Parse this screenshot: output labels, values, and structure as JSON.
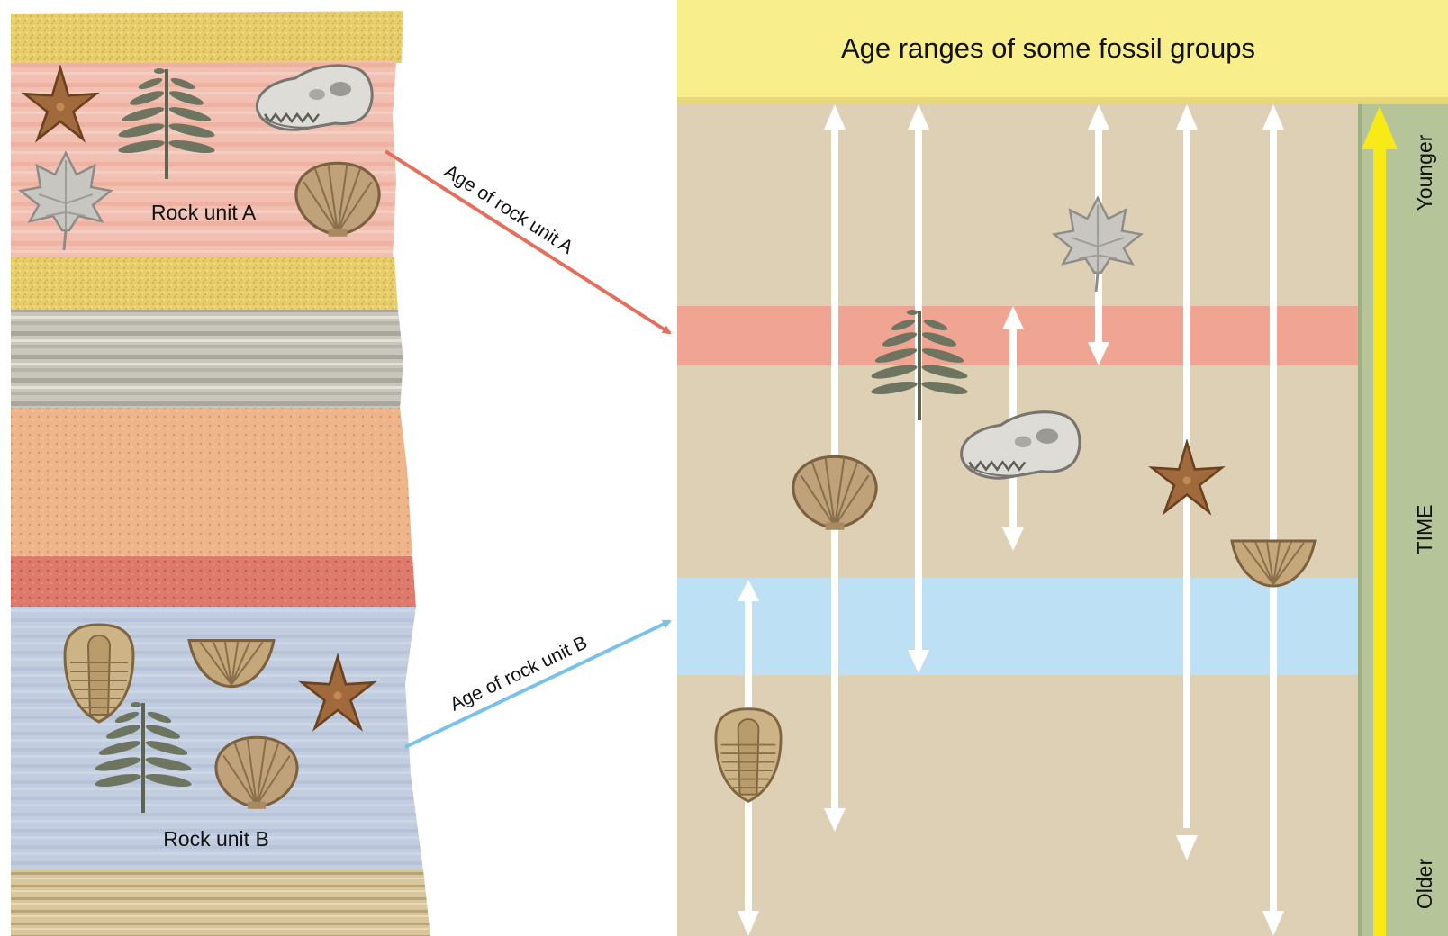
{
  "column": {
    "rock_unit_a": "Rock unit A",
    "rock_unit_b": "Rock unit B"
  },
  "arrows": {
    "unit_a": "Age of rock unit A",
    "unit_b": "Age of rock unit B"
  },
  "chart": {
    "title": "Age ranges of some fossil groups",
    "time_axis": {
      "label": "TIME",
      "top": "Younger",
      "bottom": "Older"
    }
  },
  "colors": {
    "title_band": "#f8ef8c",
    "chart_bg": "#ded0b4",
    "unit_a_band": "#f0a493",
    "unit_b_band": "#bde0f5",
    "time_strip": "#b6c49a",
    "time_arrow": "#f7ea16",
    "arrow_a": "#e2705d",
    "arrow_b": "#78c2ea"
  },
  "fossil_ranges": [
    {
      "name": "trilobite",
      "icon": "trilobite-icon"
    },
    {
      "name": "clam",
      "icon": "scallop-shell-icon"
    },
    {
      "name": "fern",
      "icon": "fern-icon"
    },
    {
      "name": "dinosaur",
      "icon": "dinosaur-skull-icon"
    },
    {
      "name": "maple leaf",
      "icon": "maple-leaf-icon"
    },
    {
      "name": "starfish",
      "icon": "starfish-icon"
    },
    {
      "name": "brachiopod",
      "icon": "brachiopod-icon"
    }
  ]
}
